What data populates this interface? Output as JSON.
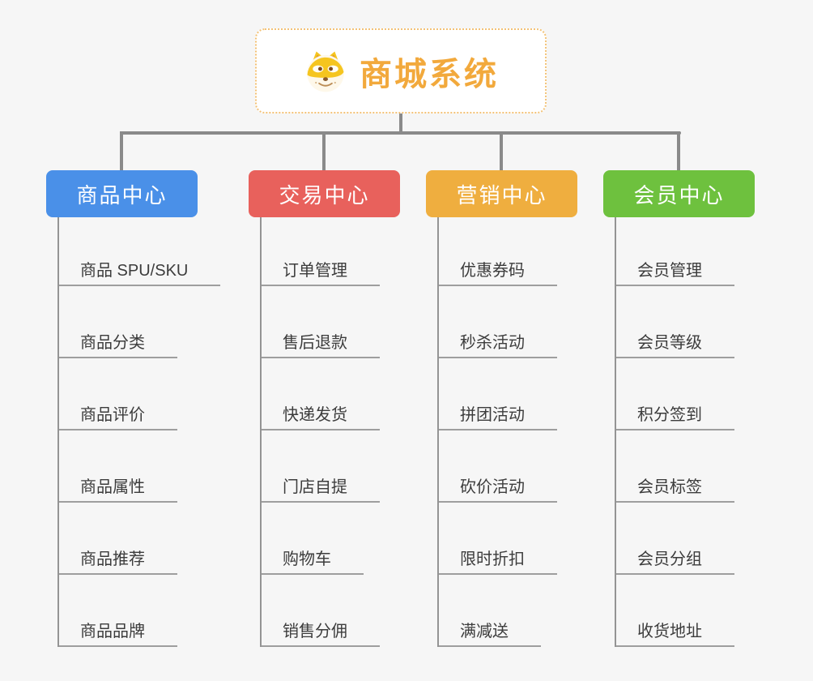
{
  "root": {
    "title": "商城系统",
    "icon": "dog-face-icon",
    "accent_color": "#f2a93c",
    "border_color": "#f3c276"
  },
  "connector_color": "#8a8a8a",
  "branches": [
    {
      "label": "商品中心",
      "color": "#4a90e8",
      "items": [
        "商品 SPU/SKU",
        "商品分类",
        "商品评价",
        "商品属性",
        "商品推荐",
        "商品品牌"
      ]
    },
    {
      "label": "交易中心",
      "color": "#e8615c",
      "items": [
        "订单管理",
        "售后退款",
        "快递发货",
        "门店自提",
        "购物车",
        "销售分佣"
      ]
    },
    {
      "label": "营销中心",
      "color": "#efae3f",
      "items": [
        "优惠券码",
        "秒杀活动",
        "拼团活动",
        "砍价活动",
        "限时折扣",
        "满减送"
      ]
    },
    {
      "label": "会员中心",
      "color": "#6ec13e",
      "items": [
        "会员管理",
        "会员等级",
        "积分签到",
        "会员标签",
        "会员分组",
        "收货地址"
      ]
    }
  ]
}
